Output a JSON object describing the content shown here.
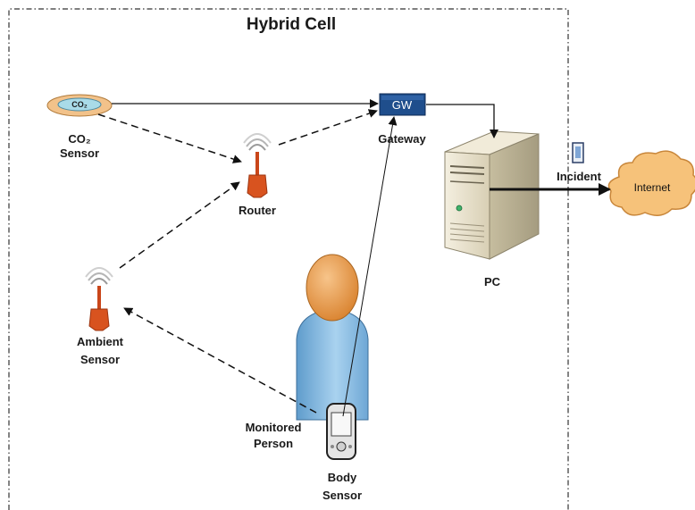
{
  "title": "Hybrid Cell",
  "nodes": {
    "co2_sensor": {
      "badge": "CO₂",
      "label_line1": "CO₂",
      "label_line2": "Sensor"
    },
    "gateway": {
      "badge": "GW",
      "label": "Gateway"
    },
    "router": {
      "label": "Router"
    },
    "pc": {
      "label": "PC"
    },
    "incident": {
      "label": "Incident"
    },
    "internet": {
      "label": "Internet"
    },
    "ambient_sensor": {
      "label_line1": "Ambient",
      "label_line2": "Sensor"
    },
    "monitored_person": {
      "label_line1": "Monitored",
      "label_line2": "Person"
    },
    "body_sensor": {
      "label_line1": "Body",
      "label_line2": "Sensor"
    }
  },
  "colors": {
    "gateway_fill": "#1f4e8c",
    "co2_fill": "#a9dbe8",
    "co2_outer": "#f2c28a",
    "router_body": "#d8531f",
    "person_head": "#f0a35a",
    "person_body": "#7fb6e0",
    "cloud": "#f6c27a",
    "pc_case": "#e8e0c8"
  }
}
